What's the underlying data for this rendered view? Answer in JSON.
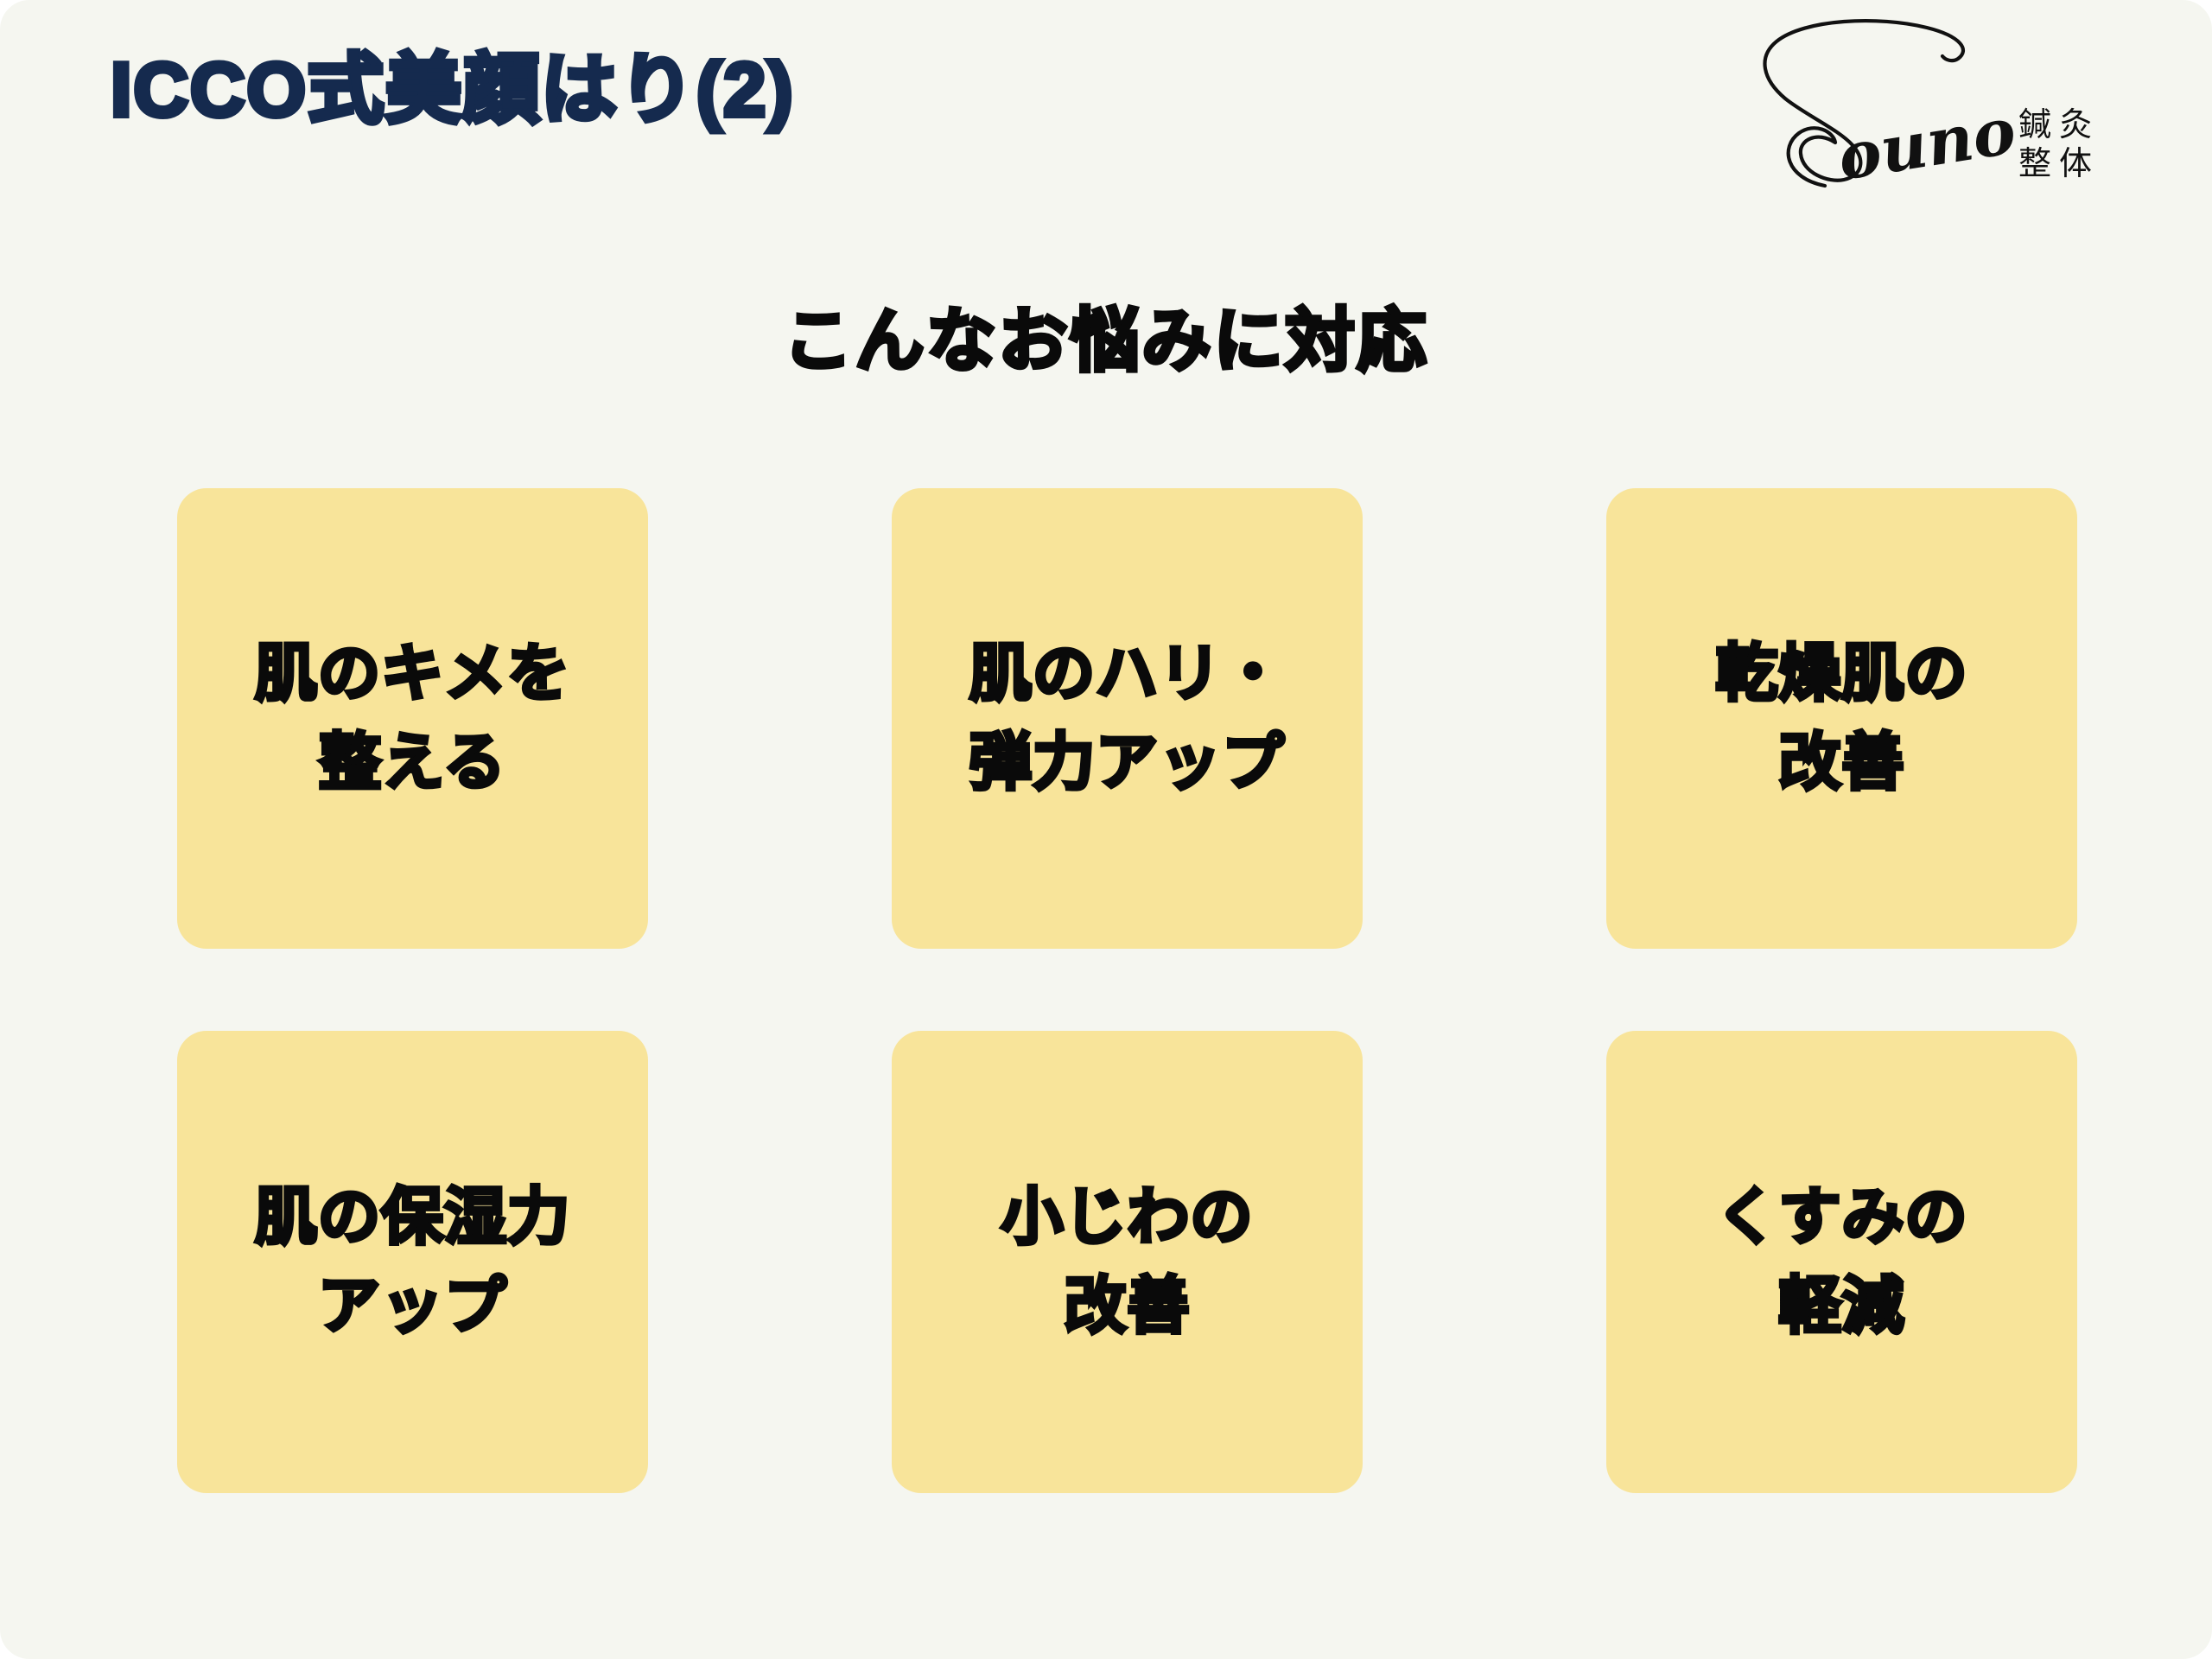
{
  "slide": {
    "background_color": "#F5F6F0",
    "title": "ICCO式美顔はり(2)",
    "title_color": "#152A4E",
    "subtitle": "こんなお悩みに対応",
    "subtitle_color": "#0A0A0A"
  },
  "logo": {
    "wordmark": "Souno",
    "kanji_line1": "鍼灸",
    "kanji_line2": "整体",
    "color": "#111111"
  },
  "cards": {
    "background_color": "#F8E49A",
    "text_color": "#0A0A0A",
    "items": [
      {
        "line1": "肌のキメを",
        "line2": "整える"
      },
      {
        "line1": "肌のハリ・",
        "line2": "弾力アップ"
      },
      {
        "line1": "乾燥肌の",
        "line2": "改善"
      },
      {
        "line1": "肌の保湿力",
        "line2": "アップ"
      },
      {
        "line1": "小じわの",
        "line2": "改善"
      },
      {
        "line1": "くすみの",
        "line2": "軽減"
      }
    ]
  }
}
